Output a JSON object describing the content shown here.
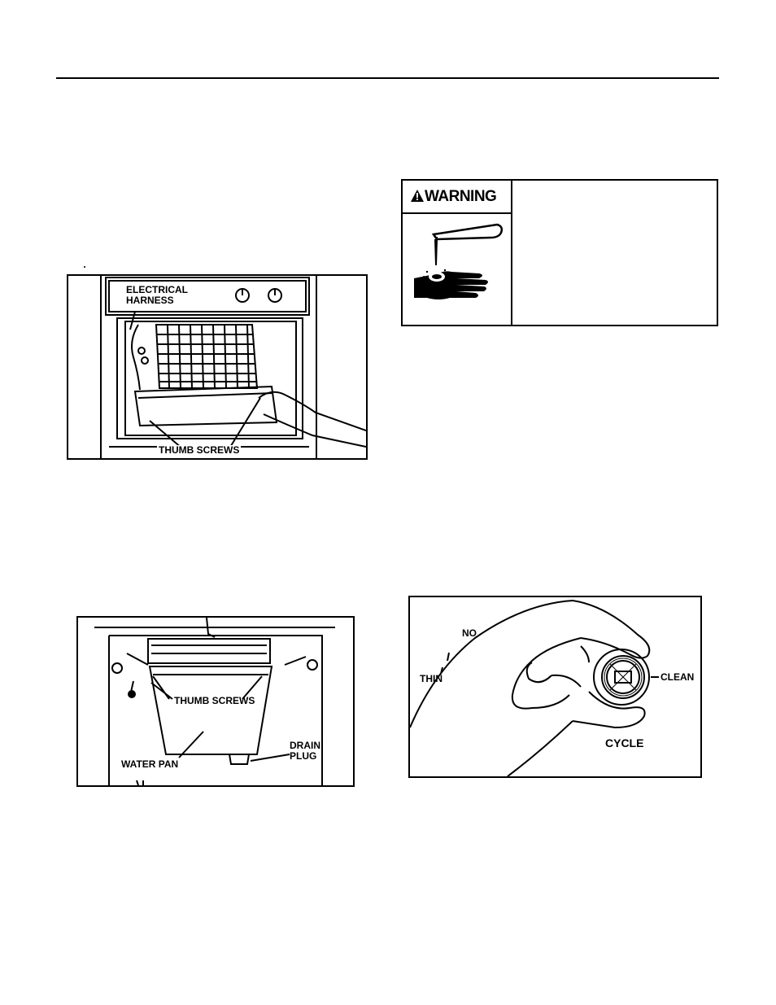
{
  "warning": {
    "title": "WARNING"
  },
  "figure1": {
    "labels": {
      "harness_line1": "ELECTRICAL",
      "harness_line2": "HARNESS",
      "screws": "THUMB SCREWS"
    }
  },
  "figure2": {
    "labels": {
      "screws": "THUMB SCREWS",
      "water_pan": "WATER PAN",
      "drain_line1": "DRAIN",
      "drain_line2": "PLUG"
    }
  },
  "figure3": {
    "labels": {
      "no": "NO",
      "thin": "THIN",
      "clean": "CLEAN",
      "cycle": "CYCLE"
    }
  },
  "icons": {
    "warning_triangle": "warning-triangle-icon",
    "corrosive_hand": "corrosive-hand-icon"
  }
}
